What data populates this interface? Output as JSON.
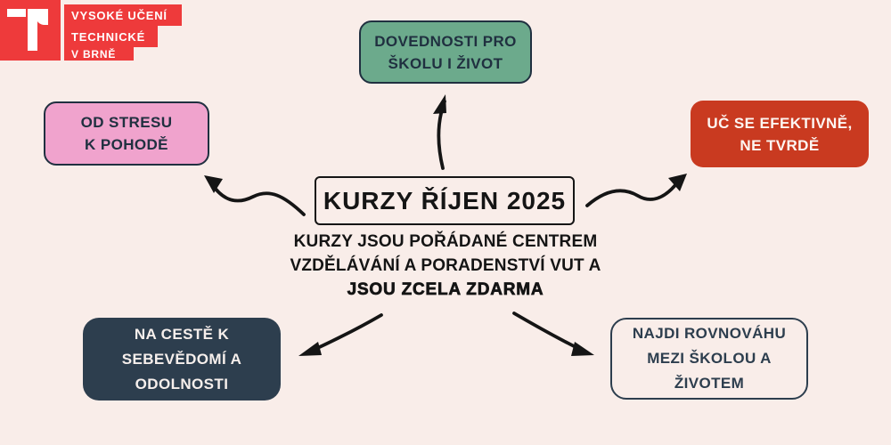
{
  "colors": {
    "background": "#f9ede9",
    "logo_red": "#ee3a3b",
    "node_green": "#6caa8c",
    "node_pink": "#f0a3cd",
    "node_red": "#c93a20",
    "node_navy": "#2d3e4e",
    "ink": "#203040",
    "arrow_black": "#151515"
  },
  "logo": {
    "line1": "VYSOKÉ UČENÍ",
    "line2": "TECHNICKÉ",
    "line3": "V BRNĚ"
  },
  "center": {
    "title": "KURZY ŘÍJEN 2025",
    "subtitle_line1": "KURZY JSOU POŘÁDANÉ CENTREM",
    "subtitle_line2": "VZDĚLÁVÁNÍ A PORADENSTVÍ VUT A",
    "subtitle_line3": "JSOU ZCELA ZDARMA"
  },
  "nodes": {
    "top": {
      "line1": "DOVEDNOSTI PRO",
      "line2": "ŠKOLU I ŽIVOT"
    },
    "left": {
      "line1": "OD STRESU",
      "line2": "K POHODĚ"
    },
    "right": {
      "line1": "UČ SE EFEKTIVNĚ,",
      "line2": "NE TVRDĚ"
    },
    "bottom_left": {
      "line1": "NA CESTĚ K",
      "line2": "SEBEVĚDOMÍ A",
      "line3": "ODOLNOSTI"
    },
    "bottom_right": {
      "line1": "NAJDI ROVNOVÁHU",
      "line2": "MEZI ŠKOLOU A",
      "line3": "ŽIVOTEM"
    }
  }
}
